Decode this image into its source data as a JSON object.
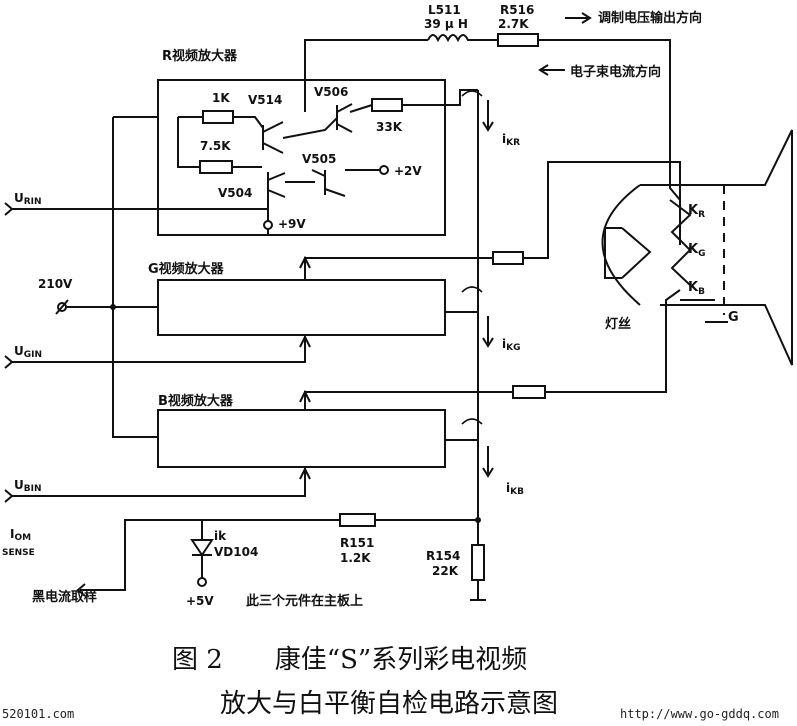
{
  "labels": {
    "l511_name": "L511",
    "l511_value": "39 μ H",
    "r516_name": "R516",
    "r516_value": "2.7K",
    "mod_voltage_dir": "调制电压输出方向",
    "beam_current_dir": "电子束电流方向",
    "r_amp_title": "R视频放大器",
    "res_1k": "1K",
    "v514": "V514",
    "v506": "V506",
    "res_7_5k": "7.5K",
    "res_33k": "33K",
    "v505": "V505",
    "plus_2v": "+2V",
    "v504": "V504",
    "plus_9v": "+9V",
    "u_rin_main": "U",
    "u_rin_sub": "RIN",
    "u_gin_main": "U",
    "u_gin_sub": "GIN",
    "u_bin_main": "U",
    "u_bin_sub": "BIN",
    "v210": "210V",
    "g_amp_title": "G视频放大器",
    "b_amp_title": "B视频放大器",
    "ikr_main": "i",
    "ikr_sub": "KR",
    "ikg_main": "i",
    "ikg_sub": "KG",
    "ikb_main": "i",
    "ikb_sub": "KB",
    "kr_main": "K",
    "kr_sub": "R",
    "kg_main": "K",
    "kg_sub": "G",
    "kb_main": "K",
    "kb_sub": "B",
    "g_grid": "G",
    "filament": "灯丝",
    "iom_main": "I",
    "iom_sub": "OM",
    "sense": "SENSE",
    "black_current_sampling": "黑电流取样",
    "ik": "ik",
    "vd104": "VD104",
    "plus_5v": "+5V",
    "r151_name": "R151",
    "r151_value": "1.2K",
    "r154_name": "R154",
    "r154_value": "22K",
    "mainboard_note": "此三个元件在主板上"
  },
  "caption": {
    "line1": "图 2　　康佳“S”系列彩电视频",
    "line2": "放大与白平衡自检电路示意图"
  },
  "watermarks": {
    "left": "520101.com",
    "right": "http://www.go-gddq.com"
  }
}
